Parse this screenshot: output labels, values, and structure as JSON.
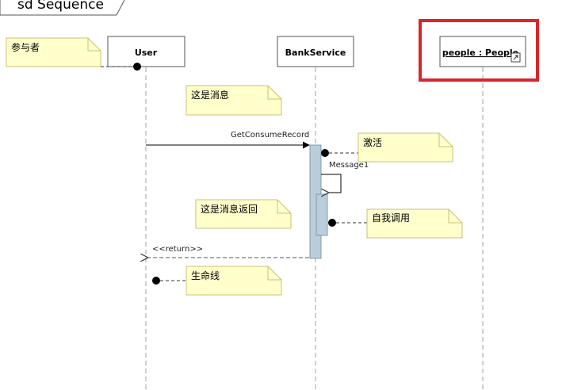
{
  "frame": {
    "title": "sd Sequence"
  },
  "lifelines": [
    {
      "id": "user",
      "label": "User",
      "underline": false
    },
    {
      "id": "bank",
      "label": "BankService",
      "underline": false
    },
    {
      "id": "people",
      "label": "people : People",
      "underline": true
    }
  ],
  "messages": [
    {
      "id": "getconsume",
      "label": "GetConsumeRecord"
    },
    {
      "id": "message1",
      "label": "Message1"
    },
    {
      "id": "return",
      "label": "<<return>>"
    }
  ],
  "notes": [
    {
      "id": "participant",
      "text": "参与者"
    },
    {
      "id": "message",
      "text": "这是消息"
    },
    {
      "id": "activation",
      "text": "激活"
    },
    {
      "id": "return-msg",
      "text": "这是消息返回"
    },
    {
      "id": "self-call",
      "text": "自我调用"
    },
    {
      "id": "lifeline",
      "text": "生命线"
    }
  ],
  "colors": {
    "note_fill": "#ffffcc",
    "note_border": "#c8c07a",
    "activation_fill": "#b9cddb",
    "activation_border": "#7f9cb1",
    "highlight": "#d9262a",
    "lifeline_dash": "#a0a0a0"
  },
  "icons": {
    "link": "link-icon"
  }
}
